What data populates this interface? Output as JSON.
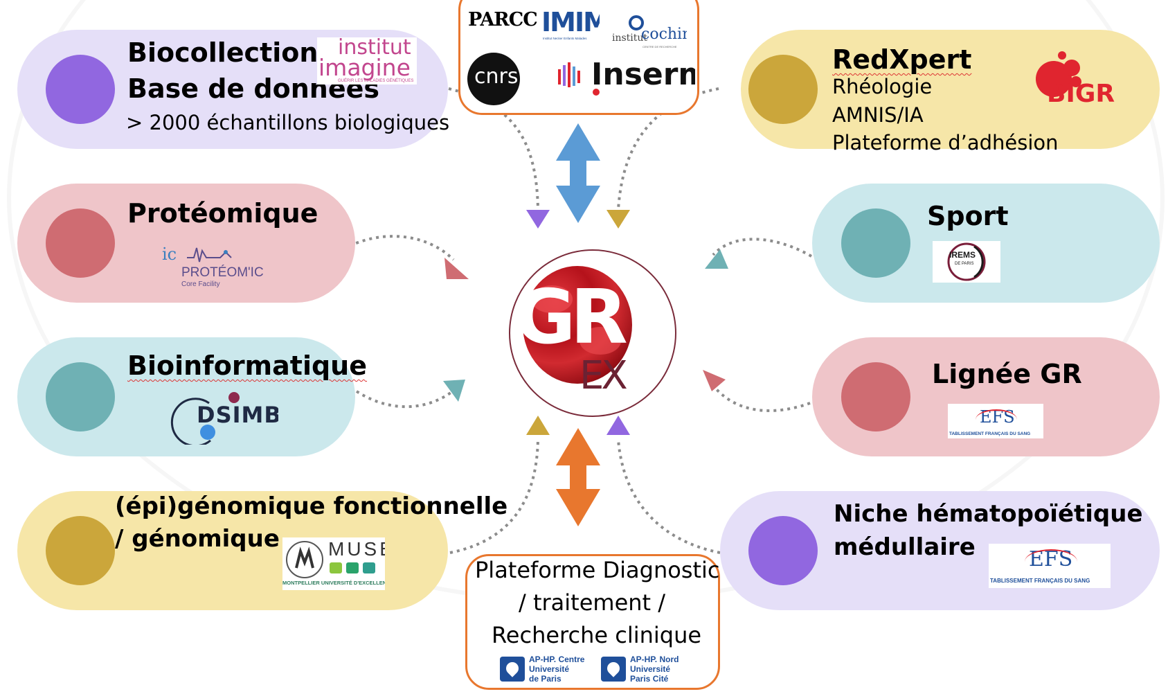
{
  "colors": {
    "lilac": "#e5dff8",
    "lilac_dot": "#9167e0",
    "pink": "#efc5c9",
    "pink_dot": "#cf6c72",
    "cyan": "#cbe8ec",
    "cyan_dot": "#6fb1b4",
    "yellow": "#f6e6a8",
    "yellow_dot": "#cba63b",
    "orange": "#e8772e",
    "blue_arrow": "#5b9bd5"
  },
  "center": {
    "logo_main": "GR",
    "logo_sub": "EX"
  },
  "top_box": {
    "logos": [
      "PARCC",
      "IMIM",
      "Institut Necker Enfants Malades",
      "institut",
      "cochin",
      "CENTRE DE RECHERCHE",
      "cnrs",
      "Inserm"
    ]
  },
  "bottom_box": {
    "title_lines": [
      "Plateforme Diagnostic",
      "/ traitement /",
      "Recherche clinique"
    ],
    "logos": [
      {
        "lines": [
          "AP-HP. Centre",
          "Université",
          "de Paris"
        ]
      },
      {
        "lines": [
          "AP-HP. Nord",
          "Université",
          "Paris Cité"
        ]
      }
    ]
  },
  "left": [
    {
      "title_lines": [
        "Biocollection",
        "Base de données"
      ],
      "subtitle": "> 2000 échantillons biologiques",
      "logo_lines": [
        "institut",
        "imagine",
        "GUÉRIR LES MALADIES GÉNÉTIQUES"
      ]
    },
    {
      "title_lines": [
        "Protéomique"
      ],
      "logo_lines": [
        "ic",
        "PROTÉOM'IC",
        "Core Facility"
      ]
    },
    {
      "title_lines": [
        "Bioinformatique"
      ],
      "logo_lines": [
        "DSIMB"
      ]
    },
    {
      "title_lines": [
        "(épi)génomique fonctionnelle",
        "/ génomique"
      ],
      "logo_lines": [
        "MUSE",
        "MONTPELLIER UNIVERSITÉ D'EXCELLENCE"
      ]
    }
  ],
  "right": [
    {
      "title_lines": [
        "RedXpert"
      ],
      "items": [
        "Rhéologie",
        "AMNIS/IA",
        "Plateforme d’adhésion"
      ],
      "logo_lines": [
        "BIGR"
      ]
    },
    {
      "title_lines": [
        "Sport"
      ],
      "logo_lines": [
        "IREMS",
        "DE PARIS"
      ]
    },
    {
      "title_lines": [
        "Lignée GR"
      ],
      "logo_lines": [
        "EFS",
        "TABLISSEMENT FRANÇAIS DU SANG"
      ]
    },
    {
      "title_lines": [
        "Niche hématopoïétique",
        "médullaire"
      ],
      "logo_lines": [
        "EFS",
        "TABLISSEMENT FRANÇAIS DU SANG"
      ]
    }
  ]
}
